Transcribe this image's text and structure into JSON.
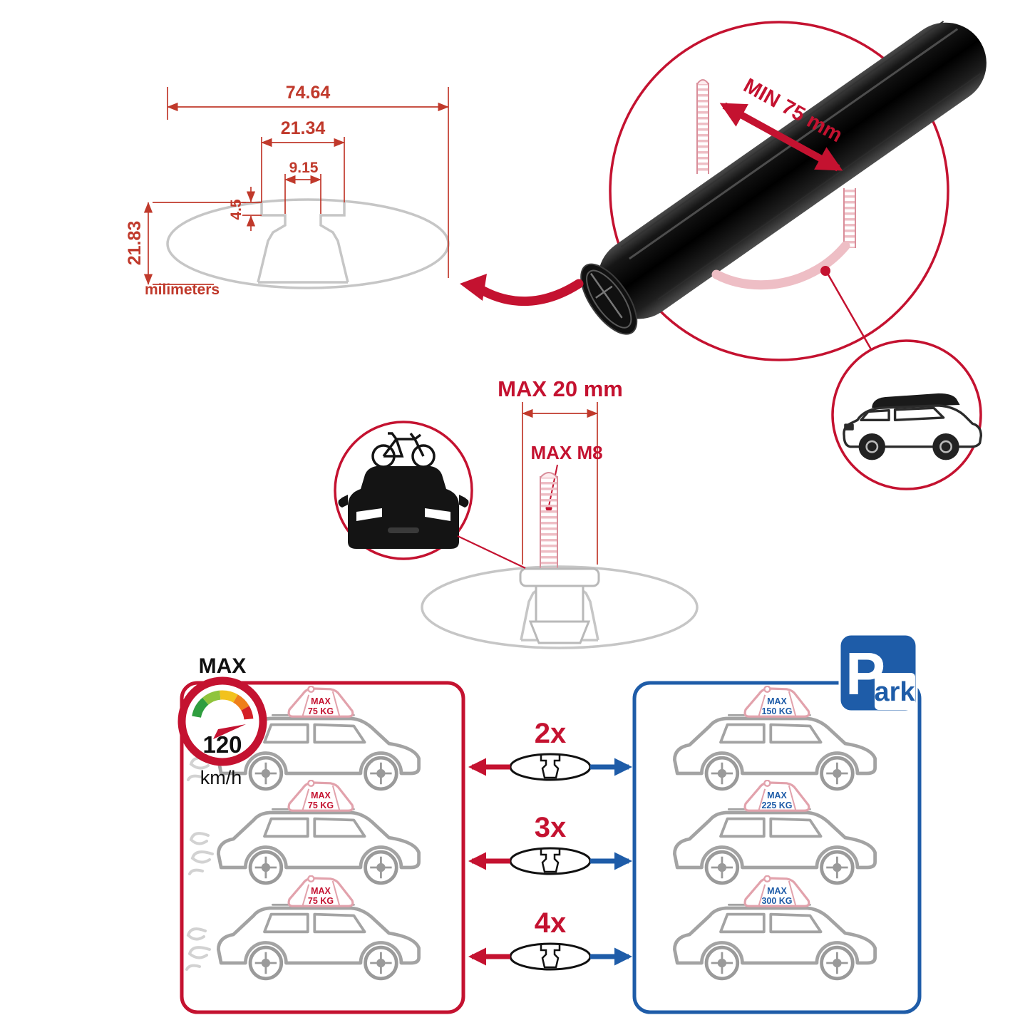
{
  "colors": {
    "red": "#c41230",
    "blue": "#1e5ca8",
    "dim": "#c0392b",
    "gray": "#c6c6c6",
    "pink": "#e2a2ac"
  },
  "cross_section": {
    "total_width": "74.64",
    "slot_outer_width": "21.34",
    "slot_opening_width": "9.15",
    "lip_height": "4.5",
    "total_height": "21.83",
    "units_label": "milimeters"
  },
  "bar_detail": {
    "min_clamp_span": "MIN 75 mm"
  },
  "bolt_detail": {
    "max_bolt_length": "MAX 20 mm",
    "max_thread_size": "MAX M8"
  },
  "speed_limit": {
    "label": "MAX",
    "value": "120",
    "unit": "km/h"
  },
  "driving_panel": {
    "cars": [
      {
        "load_label_top": "MAX",
        "load_label_bottom": "75 KG"
      },
      {
        "load_label_top": "MAX",
        "load_label_bottom": "75 KG"
      },
      {
        "load_label_top": "MAX",
        "load_label_bottom": "75 KG"
      }
    ]
  },
  "crossbar_counts": {
    "rows": [
      {
        "label": "2x"
      },
      {
        "label": "3x"
      },
      {
        "label": "4x"
      }
    ]
  },
  "parked_panel": {
    "cars": [
      {
        "load_label_top": "MAX",
        "load_label_bottom": "150 KG"
      },
      {
        "load_label_top": "MAX",
        "load_label_bottom": "225 KG"
      },
      {
        "load_label_top": "MAX",
        "load_label_bottom": "300 KG"
      }
    ]
  },
  "park_sign": {
    "letter": "P",
    "suffix": "ark"
  }
}
